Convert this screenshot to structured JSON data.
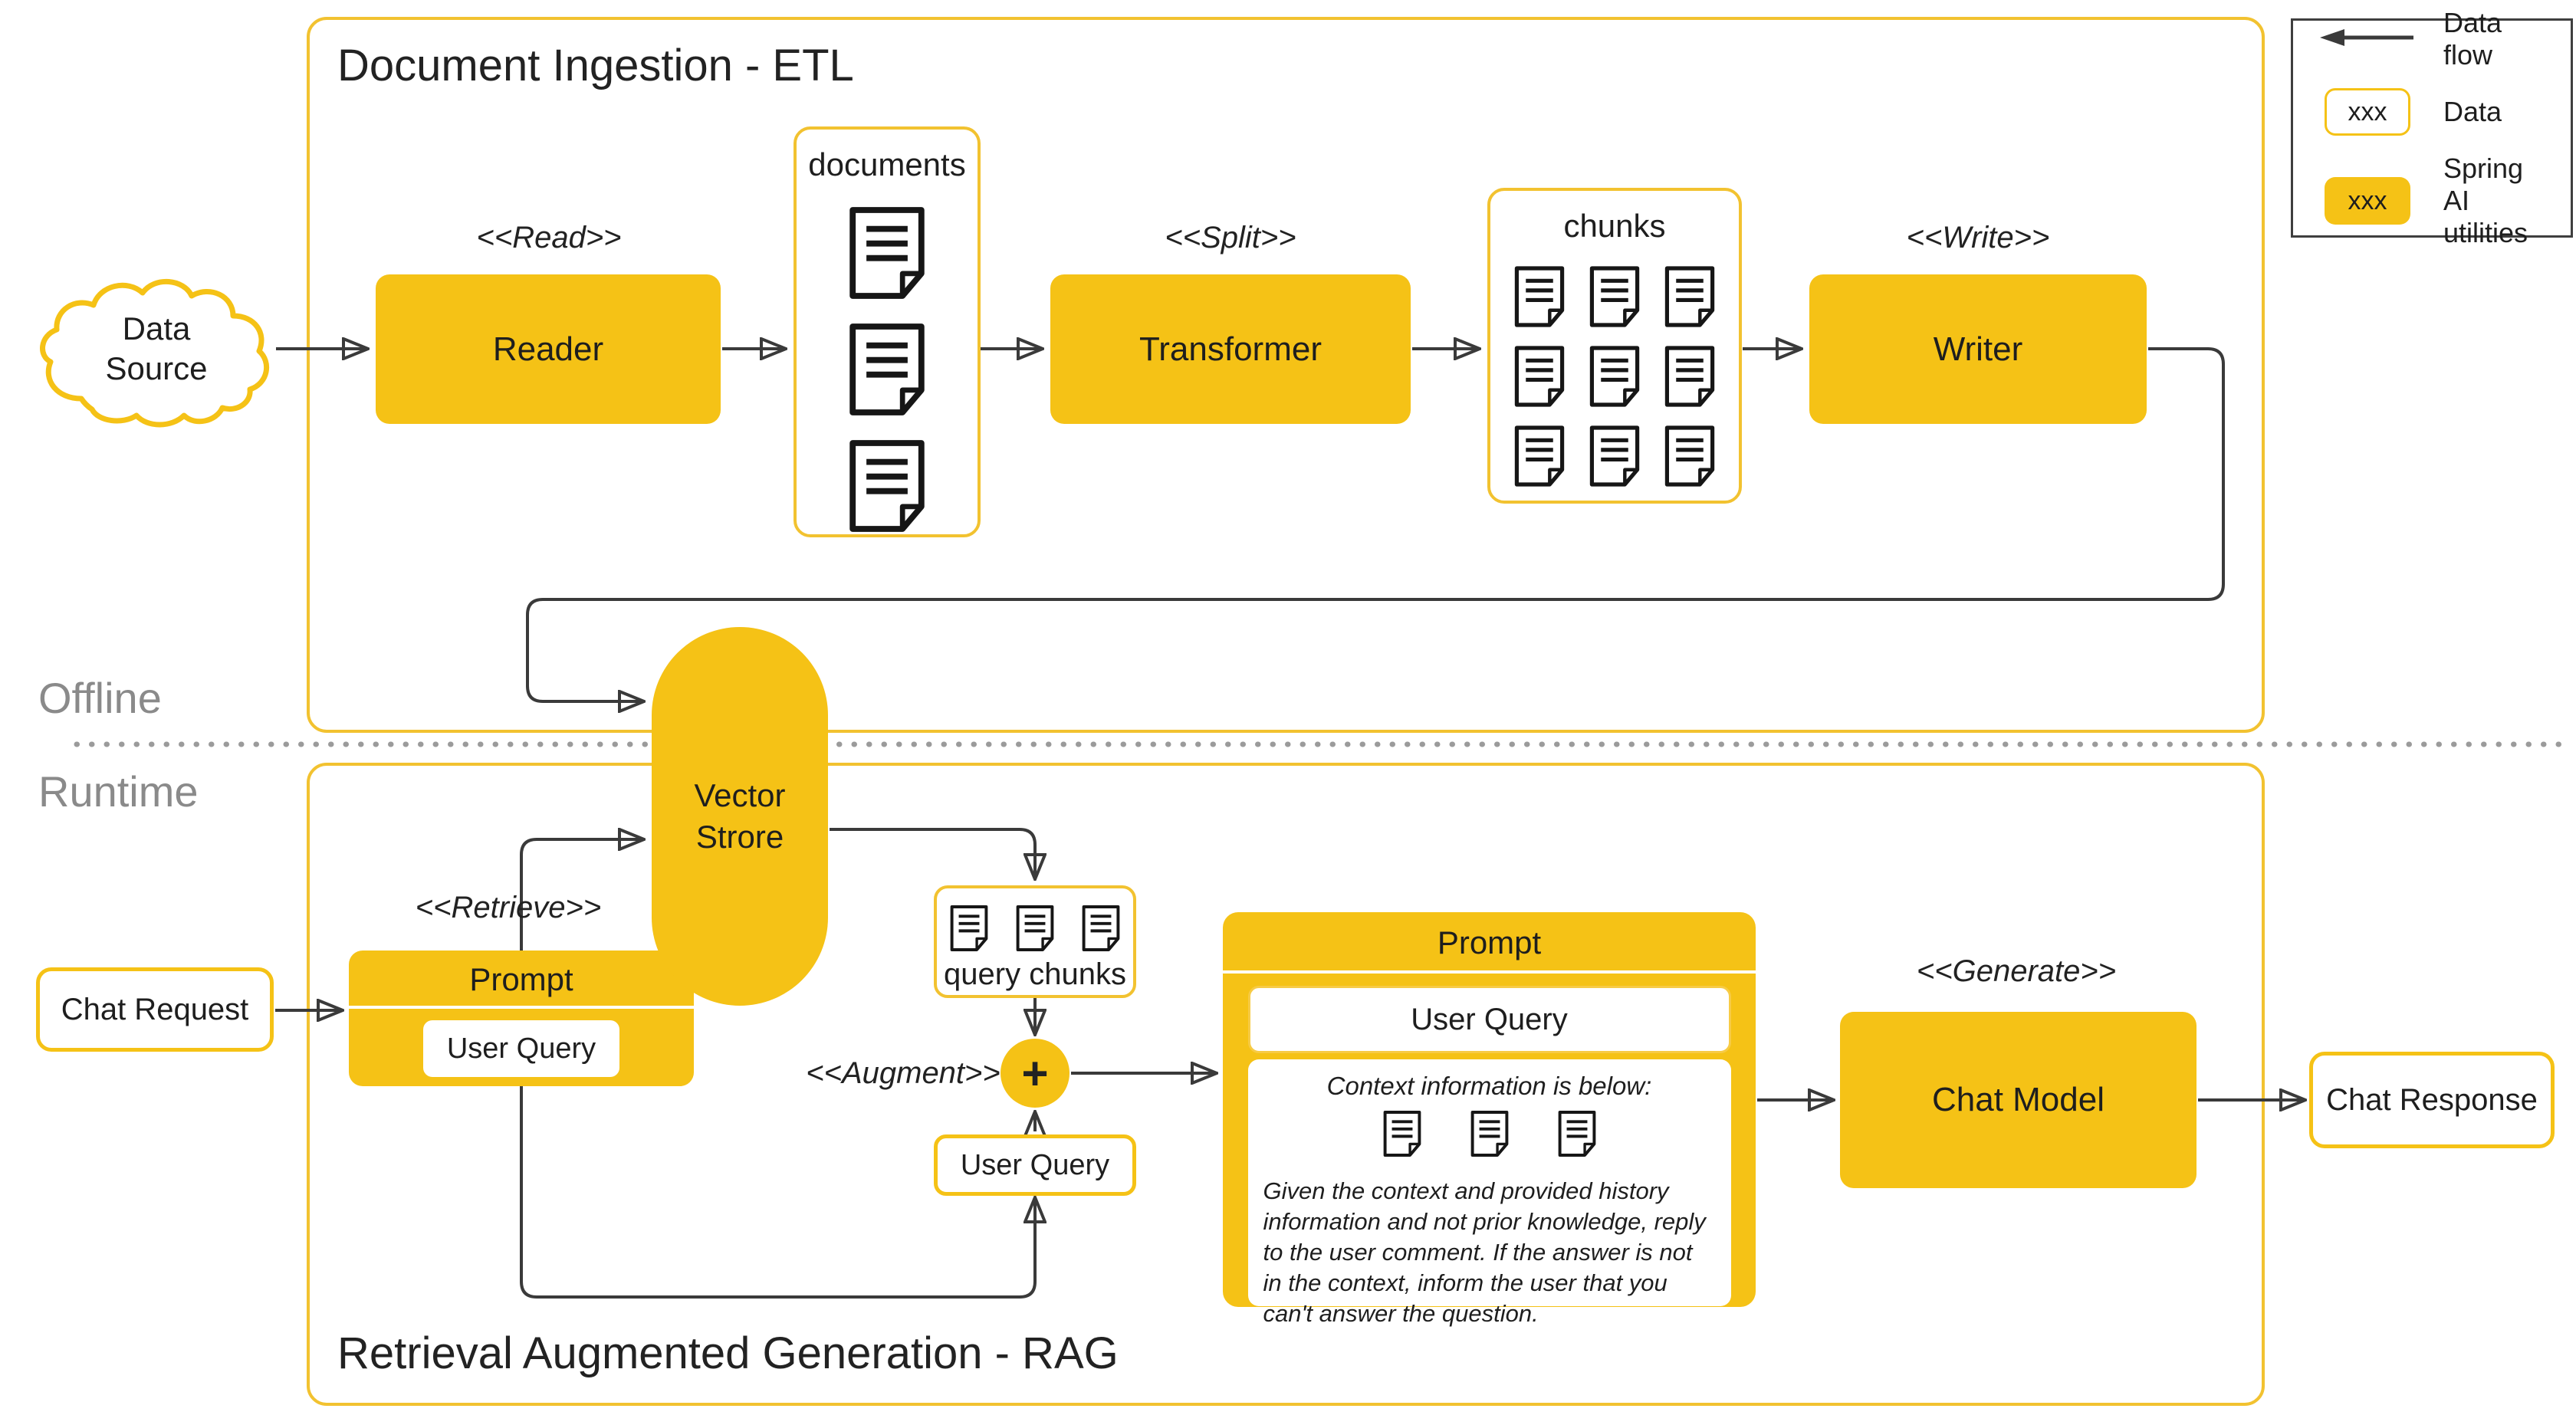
{
  "etl": {
    "title": "Document Ingestion - ETL",
    "read_label": "<<Read>>",
    "reader": "Reader",
    "documents_label": "documents",
    "split_label": "<<Split>>",
    "transformer": "Transformer",
    "chunks_label": "chunks",
    "write_label": "<<Write>>",
    "writer": "Writer"
  },
  "data_source": {
    "label": "Data Source"
  },
  "vector_store": {
    "label": "Vector Strore"
  },
  "zones": {
    "offline": "Offline",
    "runtime": "Runtime"
  },
  "legend": {
    "data_flow": "Data flow",
    "data_sample": "xxx",
    "data_label": "Data",
    "spring_sample": "xxx",
    "spring_label": "Spring AI utilities"
  },
  "rag": {
    "title": "Retrieval Augmented Generation - RAG",
    "retrieve_label": "<<Retrieve>>",
    "augment_label": "<<Augment>>",
    "generate_label": "<<Generate>>",
    "chat_request": "Chat Request",
    "prompt_small": {
      "title": "Prompt",
      "user_query": "User Query"
    },
    "query_chunks_label": "query chunks",
    "user_query_box": "User Query",
    "plus_label": "+",
    "prompt_full": {
      "title": "Prompt",
      "user_query": "User Query",
      "context_heading": "Context information is below:",
      "instructions": "Given the context and provided history information and not prior knowledge, reply to the user comment. If the answer is not in the context, inform the user that you can't answer the question."
    },
    "chat_model": "Chat Model",
    "chat_response": "Chat Response"
  },
  "colors": {
    "yellow_fill": "#f5c216",
    "yellow_border": "#f2c230",
    "line": "#3a3a3a",
    "text": "#1e1e1e",
    "zone_gray": "#8a8a8a"
  }
}
